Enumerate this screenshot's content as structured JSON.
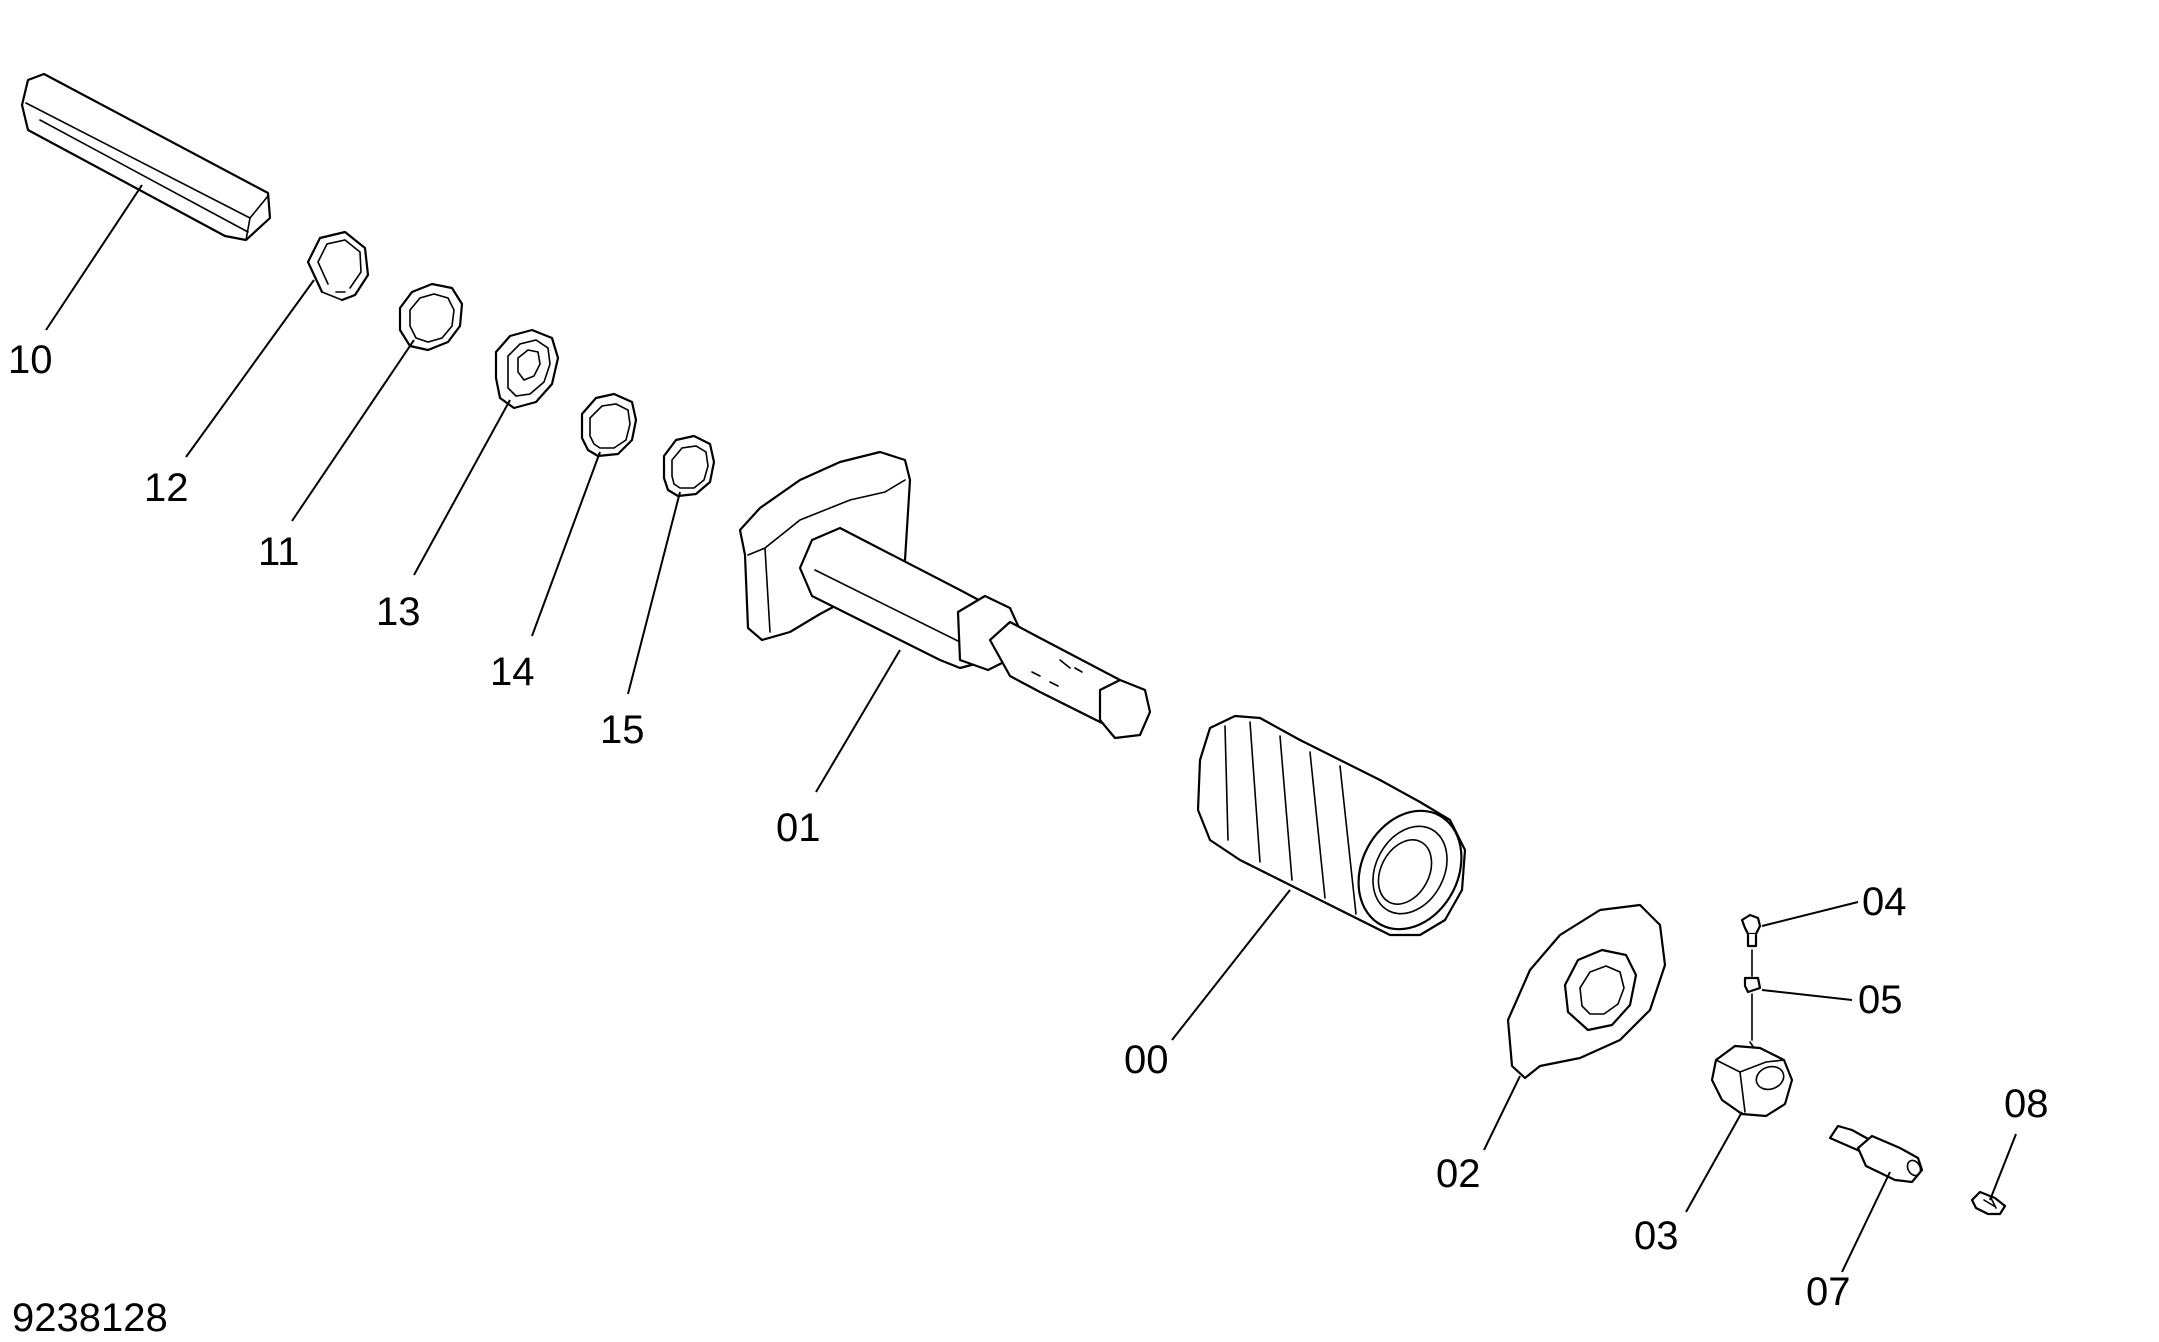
{
  "drawing_number": "9238128",
  "callouts": [
    {
      "id": "10",
      "label": "10"
    },
    {
      "id": "12",
      "label": "12"
    },
    {
      "id": "11",
      "label": "11"
    },
    {
      "id": "13",
      "label": "13"
    },
    {
      "id": "14",
      "label": "14"
    },
    {
      "id": "15",
      "label": "15"
    },
    {
      "id": "01",
      "label": "01"
    },
    {
      "id": "00",
      "label": "00"
    },
    {
      "id": "02",
      "label": "02"
    },
    {
      "id": "03",
      "label": "03"
    },
    {
      "id": "04",
      "label": "04"
    },
    {
      "id": "05",
      "label": "05"
    },
    {
      "id": "07",
      "label": "07"
    },
    {
      "id": "08",
      "label": "08"
    }
  ]
}
